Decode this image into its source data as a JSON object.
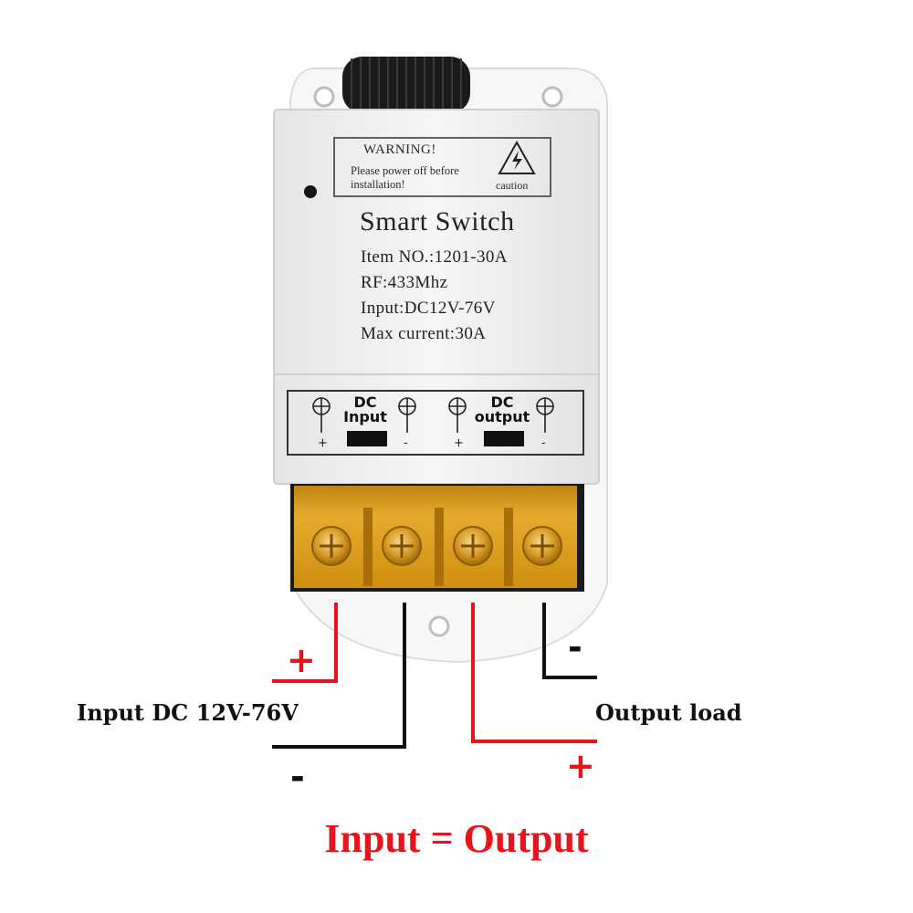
{
  "device": {
    "warning_title": "WARNING!",
    "warning_text": "Please power off before installation!",
    "caution_label": "caution",
    "title": "Smart Switch",
    "specs": [
      "Item NO.:1201-30A",
      "RF:433Mhz",
      "Input:DC12V-76V",
      "Max current:30A"
    ],
    "terminal_panel": {
      "input_label_line1": "DC",
      "input_label_line2": "Input",
      "output_label_line1": "DC",
      "output_label_line2": "output",
      "polarity": [
        "+",
        "-",
        "+",
        "-"
      ]
    }
  },
  "wiring": {
    "input_plus": "+",
    "input_minus": "-",
    "output_minus": "-",
    "output_plus": "+",
    "input_caption": "Input DC 12V-76V",
    "output_caption": "Output load"
  },
  "bottom_text": "Input = Output",
  "colors": {
    "red_wire": "#e8141b",
    "black_wire": "#111111",
    "terminal_amber": "#e3a019",
    "housing": "#f1f1f1",
    "bottom_text": "#e8141b"
  }
}
